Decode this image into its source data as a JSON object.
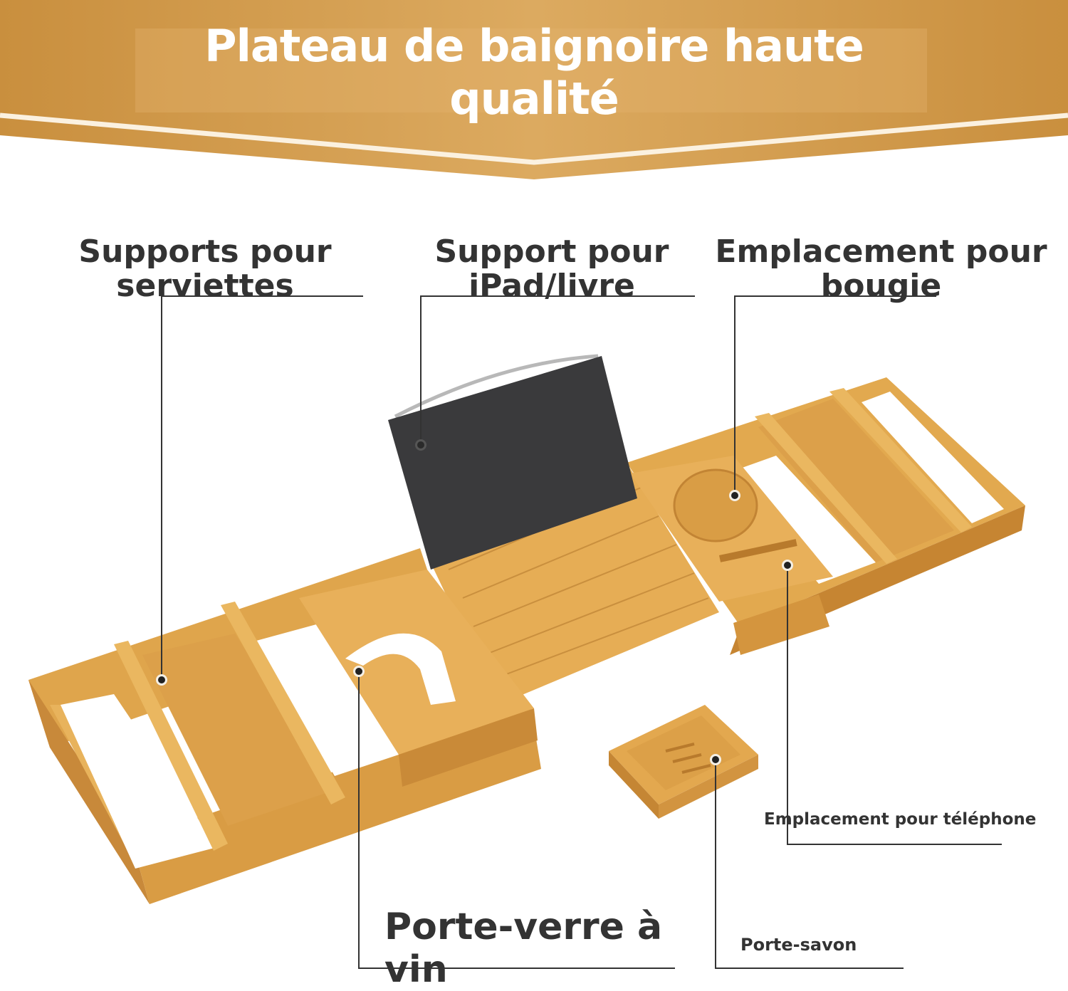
{
  "header": {
    "title_line1": "Plateau de baignoire haute",
    "title_line2": "qualité",
    "colors": {
      "banner": "#d9a55a",
      "banner_dark": "#c98f3e",
      "title_text": "#ffffff"
    }
  },
  "callouts": {
    "towel_holders": {
      "line1": "Supports pour",
      "line2": "serviettes"
    },
    "ipad_book_holder": {
      "line1": "Support pour",
      "line2": "iPad/livre"
    },
    "candle_slot": {
      "line1": "Emplacement pour",
      "line2": "bougie"
    },
    "phone_slot": "Emplacement pour téléphone",
    "wine_glass_holder": "Porte-verre à vin",
    "soap_dish": "Porte-savon"
  },
  "colors": {
    "label_text": "#333333",
    "bamboo": "#e0a84e",
    "bamboo_dark": "#c88a32",
    "tablet": "#3a3a3c"
  }
}
